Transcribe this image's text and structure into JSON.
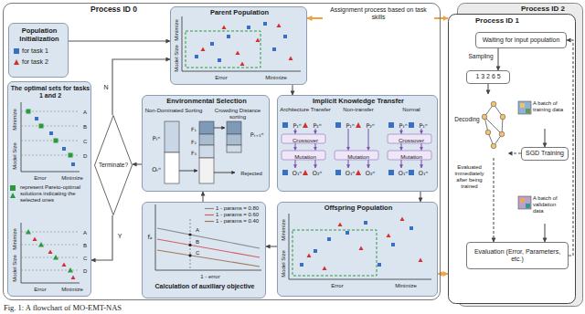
{
  "diagram": {
    "caption": "Fig. 1: A flowchart of MO-EMT-NAS",
    "nodes": [
      {
        "text": [
          "Process ID 0"
        ]
      },
      {
        "text": [
          "Population Initialization"
        ],
        "in": 0
      },
      {
        "text": [
          "Parent Population",
          "Model Size",
          "Minimize",
          "Error",
          "Minimize"
        ],
        "in": 0
      },
      {
        "text": [
          "Implicit Knowledge Transfer",
          "Architecture Transfer",
          "Non-transfer",
          "Normal",
          "P₁ⁿ",
          "P₂ⁿ",
          "Crossover",
          "Mutation",
          "O₁ⁿ",
          "O₂ⁿ",
          "P₁ⁿ",
          "P₂ⁿ",
          "Mutation",
          "O₁ⁿ",
          "O₂ⁿ",
          "P₁ⁿ",
          "P₁ⁿ",
          "Crossover",
          "Mutation",
          "O₁ⁿ",
          "O₁ⁿ"
        ],
        "in": 0
      },
      {
        "text": [
          "Offspring Population",
          "Model Size",
          "Minimize",
          "Error",
          "Minimize"
        ],
        "in": 0
      },
      {
        "text": [
          "Calculation of auxiliary objective",
          "fₐ",
          "1 - error",
          "A",
          "B",
          "C"
        ],
        "in": 0
      },
      {
        "text": [
          "Environmental Selection",
          "Non-Dominated Sorting",
          "Crowding Distance sorting",
          "Pₜⁿ",
          "Oₜⁿ",
          "F₁",
          "F₂",
          "F₃",
          "Pₜ₊₁ⁿ",
          "Rejected"
        ],
        "in": 0
      },
      {
        "text": [
          "Terminate?"
        ],
        "in": 0
      },
      {
        "text": [
          "The optimal sets for tasks 1 and 2",
          "Model Size",
          "Minimize",
          "Error",
          "Minimize",
          "A",
          "B",
          "C",
          "D",
          "Model Size",
          "Minimize",
          "Error",
          "Minimize",
          "A",
          "B",
          "C",
          "D"
        ],
        "in": 0
      },
      {
        "text": [
          "Process ID 2"
        ]
      },
      {
        "text": [
          "Process ID 1"
        ]
      },
      {
        "text": [
          "Waiting for input population"
        ],
        "in": 10
      },
      {
        "text": [
          "1 3 2 6 5"
        ],
        "in": 10
      },
      {
        "text": [
          "Decoding"
        ],
        "in": 10
      },
      {
        "text": [
          "A batch of training data"
        ],
        "in": 10
      },
      {
        "text": [
          "SGD Training"
        ],
        "in": 10
      },
      {
        "text": [
          "A batch of validation data"
        ],
        "in": 10
      },
      {
        "text": [
          "Evaluation (Error, Parameters, etc.)"
        ],
        "in": 10
      }
    ],
    "edges": [
      {
        "from": 1,
        "to": 2,
        "arrow": "to"
      },
      {
        "from": 2,
        "to": 3,
        "arrow": "to"
      },
      {
        "from": 3,
        "to": 4,
        "arrow": "to"
      },
      {
        "from": 4,
        "to": 5,
        "arrow": "to"
      },
      {
        "from": 5,
        "to": 6,
        "arrow": "to"
      },
      {
        "from": 6,
        "to": 7,
        "arrow": "to"
      },
      {
        "from": 7,
        "to": 2,
        "arrow": "to",
        "label": "N"
      },
      {
        "from": 7,
        "to": 8,
        "arrow": "to",
        "label": "Y"
      },
      {
        "from": 2,
        "to": 10,
        "arrow": "both",
        "label": "Assignment process based on task skills"
      },
      {
        "from": 4,
        "to": 10,
        "arrow": "both"
      },
      {
        "from": 11,
        "to": 12,
        "arrow": "to",
        "label": "Sampling"
      },
      {
        "from": 12,
        "to": 13,
        "arrow": "to"
      },
      {
        "from": 14,
        "to": 15,
        "arrow": "to"
      },
      {
        "from": 15,
        "to": 13,
        "arrow": "to"
      },
      {
        "from": 13,
        "to": 17,
        "arrow": "to",
        "label": "Evaluated immediately after being trained"
      },
      {
        "from": 16,
        "to": 17,
        "arrow": "to"
      },
      {
        "from": 17,
        "to": 11,
        "arrow": "to"
      }
    ],
    "legend": [
      {
        "text": "for task 1"
      },
      {
        "text": "for task 2"
      },
      {
        "text": "represent Pareto-optimal solutions indicating the selected ones"
      },
      {
        "text": "1 - params = 0.80"
      },
      {
        "text": "1 - params = 0.60"
      },
      {
        "text": "1 - params = 0.40"
      }
    ]
  }
}
